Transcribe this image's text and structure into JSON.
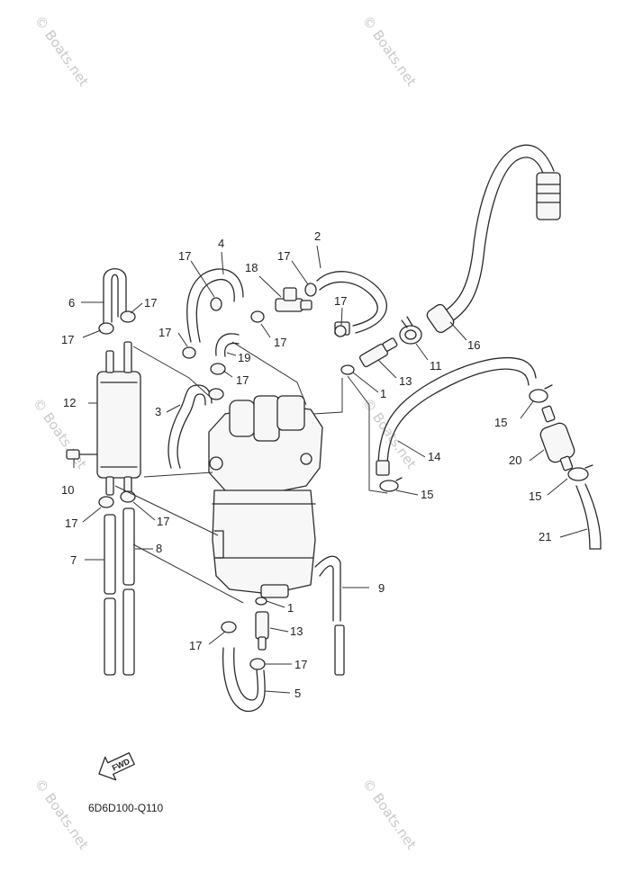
{
  "diagram": {
    "code": "6D6D100-Q110",
    "fwd_label": "FWD",
    "watermark": "© Boats.net",
    "callouts": {
      "c1a": "1",
      "c1b": "1",
      "c2": "2",
      "c3": "3",
      "c4": "4",
      "c5": "5",
      "c6": "6",
      "c7": "7",
      "c8": "8",
      "c9": "9",
      "c10": "10",
      "c11": "11",
      "c12": "12",
      "c13a": "13",
      "c13b": "13",
      "c14": "14",
      "c15a": "15",
      "c15b": "15",
      "c15c": "15",
      "c16": "16",
      "c17a": "17",
      "c17b": "17",
      "c17c": "17",
      "c17d": "17",
      "c17e": "17",
      "c17f": "17",
      "c17g": "17",
      "c17h": "17",
      "c17i": "17",
      "c17j": "17",
      "c17k": "17",
      "c17l": "17",
      "c18": "18",
      "c19": "19",
      "c20": "20",
      "c21": "21"
    }
  }
}
